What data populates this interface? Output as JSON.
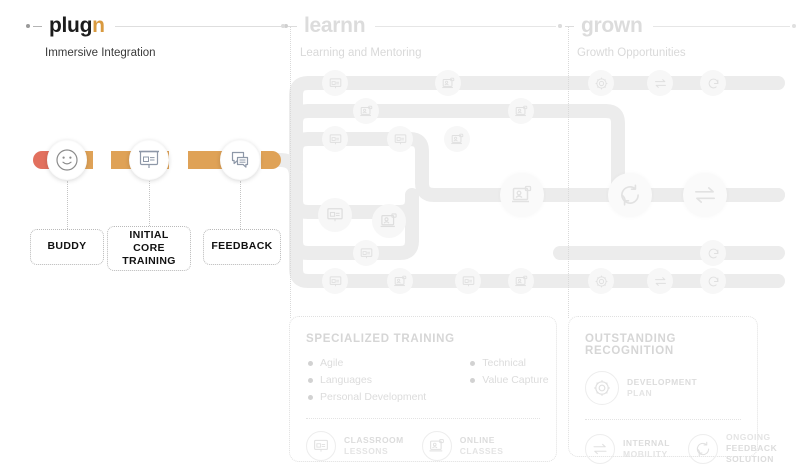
{
  "phases": [
    {
      "id": "plugin",
      "title_main": "plug",
      "title_accent": "n",
      "subtitle": "Immersive Integration"
    },
    {
      "id": "learnn",
      "title_main": "learn",
      "title_accent": "n",
      "subtitle": "Learning and Mentoring"
    },
    {
      "id": "grown",
      "title_main": "grow",
      "title_accent": "n",
      "subtitle": "Growth Opportunities"
    }
  ],
  "timeline": {
    "cap_color": "#e2705e",
    "bar_color": "#dfa257",
    "nodes": [
      {
        "icon": "smiley-face-icon",
        "label": "BUDDY"
      },
      {
        "icon": "presentation-board-icon",
        "label": "INITIAL CORE\nTRAINING"
      },
      {
        "icon": "speech-bubbles-icon",
        "label": "FEEDBACK"
      }
    ],
    "tags": [
      {
        "label": "BUDDY"
      },
      {
        "label_line1": "INITIAL CORE",
        "label_line2": "TRAINING"
      },
      {
        "label": "FEEDBACK"
      }
    ]
  },
  "panels": [
    {
      "id": "specialized-training",
      "title": "SPECIALIZED TRAINING",
      "bullets_left": [
        "Agile",
        "Languages",
        "Personal Development"
      ],
      "bullets_right": [
        "Technical",
        "Value Capture"
      ],
      "items": [
        {
          "icon": "classroom-lessons-icon",
          "line1": "CLASSROOM",
          "line2": "LESSONS"
        },
        {
          "icon": "online-classes-icon",
          "line1": "ONLINE",
          "line2": "CLASSES"
        }
      ]
    },
    {
      "id": "outstanding-recognition",
      "title": "OUTSTANDING RECOGNITION",
      "items_top": [
        {
          "icon": "gear-icon",
          "line1": "DEVELOPMENT",
          "line2": "PLAN"
        }
      ],
      "items_bottom": [
        {
          "icon": "exchange-arrows-icon",
          "line1": "INTERNAL",
          "line2": "MOBILITY"
        },
        {
          "icon": "refresh-cycle-icon",
          "line1": "ONGOING",
          "line2": "FEEDBACK",
          "line3": "SOLUTION"
        }
      ]
    }
  ],
  "track_colors": {
    "track": "#ececec",
    "node": "#f7f7f7"
  }
}
